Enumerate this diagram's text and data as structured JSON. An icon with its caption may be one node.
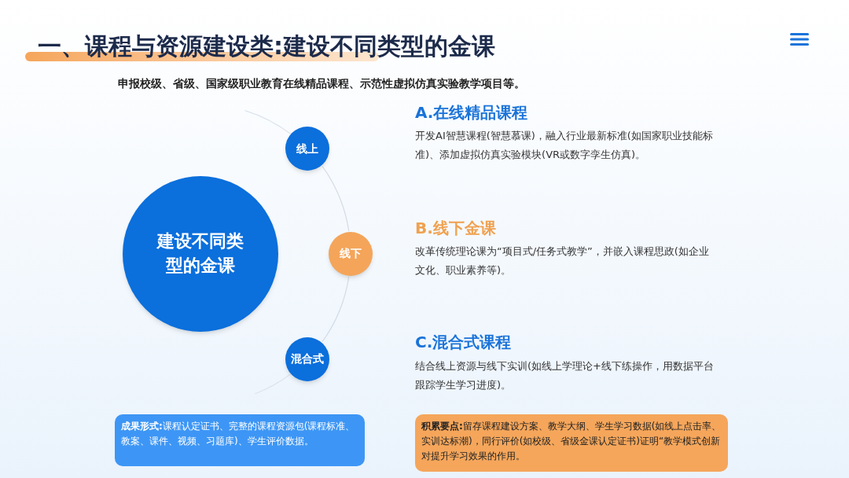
{
  "diagram": {
    "title": "一、课程与资源建设类:建设不同类型的金课",
    "nodes": [
      {
        "text": [
          "建设不同类型的金课"
        ]
      },
      {
        "text": [
          "线上"
        ]
      },
      {
        "text": [
          "线下"
        ]
      },
      {
        "text": [
          "混合式"
        ]
      },
      {
        "text": [
          "**成果形式:**课程认定证书、完整的课程资源包(课程标准、教案、课件、视频、习题库)、学生评价数据。"
        ]
      },
      {
        "text": [
          "**积累要点:**留存课程建设方案、教学大纲、学生学习数据(如线上点击率、实训达标潮)，同行评价(如校级、省级金课认定证书)证明“教学模式创新对提升学习效果的作用。"
        ]
      }
    ],
    "edges": [
      {
        "from": 1,
        "to": 2,
        "arrow": "none"
      },
      {
        "from": 2,
        "to": 3,
        "arrow": "none"
      }
    ],
    "labels": [
      "申报校级、省级、国家级职业教育在线精品课程、示范性虚拟仿真实验教学项目等。",
      "A.在线精品课程",
      "开发AI智慧课程(智慧慕课)，融入行业最新标准(如国家职业技能标准)、添加虚拟仿真实验模块(VR或数字孪生仿真)。",
      "B.线下金课",
      "改革传统理论课为“项目式/任务式教学”，并嵌入课程思政(如企业文化、职业素养等)。",
      "C.混合式课程",
      "结合线上资源与线下实训(如线上学理论+线下练操作，用数据平台跟踪学生学习进度)。"
    ]
  }
}
